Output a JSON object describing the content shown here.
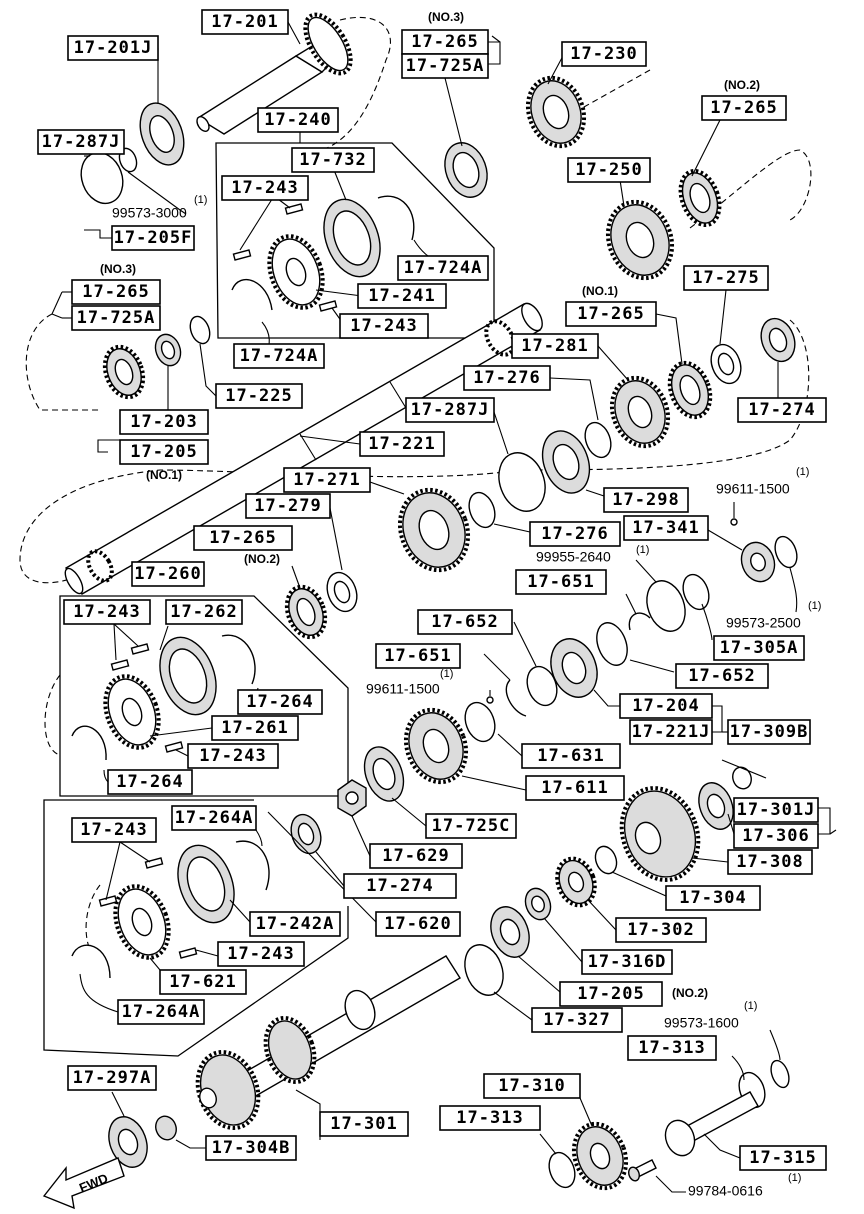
{
  "labels": [
    {
      "id": "l01",
      "text": "17-201"
    },
    {
      "id": "l02",
      "text": "17-201J"
    },
    {
      "id": "l03",
      "text": "17-287J"
    },
    {
      "id": "l04",
      "text": "17-205F"
    },
    {
      "id": "l05",
      "text": "17-240"
    },
    {
      "id": "l06",
      "text": "17-732"
    },
    {
      "id": "l07",
      "text": "17-243"
    },
    {
      "id": "l08",
      "text": "17-724A"
    },
    {
      "id": "l09",
      "text": "17-241"
    },
    {
      "id": "l10",
      "text": "17-243"
    },
    {
      "id": "l11",
      "text": "17-724A"
    },
    {
      "id": "l12",
      "text": "17-265"
    },
    {
      "id": "l13",
      "text": "17-725A"
    },
    {
      "id": "l14",
      "text": "17-230"
    },
    {
      "id": "l15",
      "text": "17-265"
    },
    {
      "id": "l16",
      "text": "17-250"
    },
    {
      "id": "l17",
      "text": "17-265"
    },
    {
      "id": "l18",
      "text": "17-725A"
    },
    {
      "id": "l19",
      "text": "17-225"
    },
    {
      "id": "l20",
      "text": "17-203"
    },
    {
      "id": "l21",
      "text": "17-205"
    },
    {
      "id": "l22",
      "text": "17-221"
    },
    {
      "id": "l23",
      "text": "17-275"
    },
    {
      "id": "l24",
      "text": "17-265"
    },
    {
      "id": "l25",
      "text": "17-281"
    },
    {
      "id": "l26",
      "text": "17-274"
    },
    {
      "id": "l27",
      "text": "17-276"
    },
    {
      "id": "l28",
      "text": "17-287J"
    },
    {
      "id": "l29",
      "text": "17-271"
    },
    {
      "id": "l30",
      "text": "17-279"
    },
    {
      "id": "l31",
      "text": "17-298"
    },
    {
      "id": "l32",
      "text": "17-276"
    },
    {
      "id": "l33",
      "text": "17-265"
    },
    {
      "id": "l34",
      "text": "17-341"
    },
    {
      "id": "l35",
      "text": "17-260"
    },
    {
      "id": "l36",
      "text": "17-651"
    },
    {
      "id": "l37",
      "text": "17-243"
    },
    {
      "id": "l38",
      "text": "17-262"
    },
    {
      "id": "l39",
      "text": "17-652"
    },
    {
      "id": "l40",
      "text": "17-305A"
    },
    {
      "id": "l41",
      "text": "17-651"
    },
    {
      "id": "l42",
      "text": "17-264"
    },
    {
      "id": "l43",
      "text": "17-652"
    },
    {
      "id": "l44",
      "text": "17-261"
    },
    {
      "id": "l45",
      "text": "17-204"
    },
    {
      "id": "l46",
      "text": "17-221J"
    },
    {
      "id": "l47",
      "text": "17-309B"
    },
    {
      "id": "l48",
      "text": "17-243"
    },
    {
      "id": "l49",
      "text": "17-631"
    },
    {
      "id": "l50",
      "text": "17-264"
    },
    {
      "id": "l51",
      "text": "17-611"
    },
    {
      "id": "l52",
      "text": "17-264A"
    },
    {
      "id": "l53",
      "text": "17-243"
    },
    {
      "id": "l54",
      "text": "17-725C"
    },
    {
      "id": "l55",
      "text": "17-301J"
    },
    {
      "id": "l56",
      "text": "17-306"
    },
    {
      "id": "l57",
      "text": "17-629"
    },
    {
      "id": "l58",
      "text": "17-308"
    },
    {
      "id": "l59",
      "text": "17-274"
    },
    {
      "id": "l60",
      "text": "17-304"
    },
    {
      "id": "l61",
      "text": "17-242A"
    },
    {
      "id": "l62",
      "text": "17-620"
    },
    {
      "id": "l63",
      "text": "17-302"
    },
    {
      "id": "l64",
      "text": "17-243"
    },
    {
      "id": "l65",
      "text": "17-621"
    },
    {
      "id": "l66",
      "text": "17-316D"
    },
    {
      "id": "l67",
      "text": "17-205"
    },
    {
      "id": "l68",
      "text": "17-264A"
    },
    {
      "id": "l69",
      "text": "17-327"
    },
    {
      "id": "l70",
      "text": "17-313"
    },
    {
      "id": "l71",
      "text": "17-297A"
    },
    {
      "id": "l72",
      "text": "17-310"
    },
    {
      "id": "l73",
      "text": "17-313"
    },
    {
      "id": "l74",
      "text": "17-301"
    },
    {
      "id": "l75",
      "text": "17-304B"
    },
    {
      "id": "l76",
      "text": "17-315"
    }
  ],
  "notes": [
    {
      "id": "n01",
      "text": "(NO.3)"
    },
    {
      "id": "n02",
      "text": "(NO.2)"
    },
    {
      "id": "n03",
      "text": "99573-3000"
    },
    {
      "id": "n04",
      "text": "(1)"
    },
    {
      "id": "n05",
      "text": "(NO.3)"
    },
    {
      "id": "n06",
      "text": "(NO.1)"
    },
    {
      "id": "n07",
      "text": "(NO.1)"
    },
    {
      "id": "n08",
      "text": "99611-1500"
    },
    {
      "id": "n09",
      "text": "(1)"
    },
    {
      "id": "n10",
      "text": "(NO.2)"
    },
    {
      "id": "n11",
      "text": "99955-2640"
    },
    {
      "id": "n12",
      "text": "(1)"
    },
    {
      "id": "n13",
      "text": "99573-2500"
    },
    {
      "id": "n14",
      "text": "(1)"
    },
    {
      "id": "n15",
      "text": "99611-1500"
    },
    {
      "id": "n16",
      "text": "(1)"
    },
    {
      "id": "n17",
      "text": "(NO.2)"
    },
    {
      "id": "n18",
      "text": "99573-1600"
    },
    {
      "id": "n19",
      "text": "(1)"
    },
    {
      "id": "n20",
      "text": "99784-0616"
    },
    {
      "id": "n21",
      "text": "(1)"
    },
    {
      "id": "n22",
      "text": "FWD"
    }
  ]
}
